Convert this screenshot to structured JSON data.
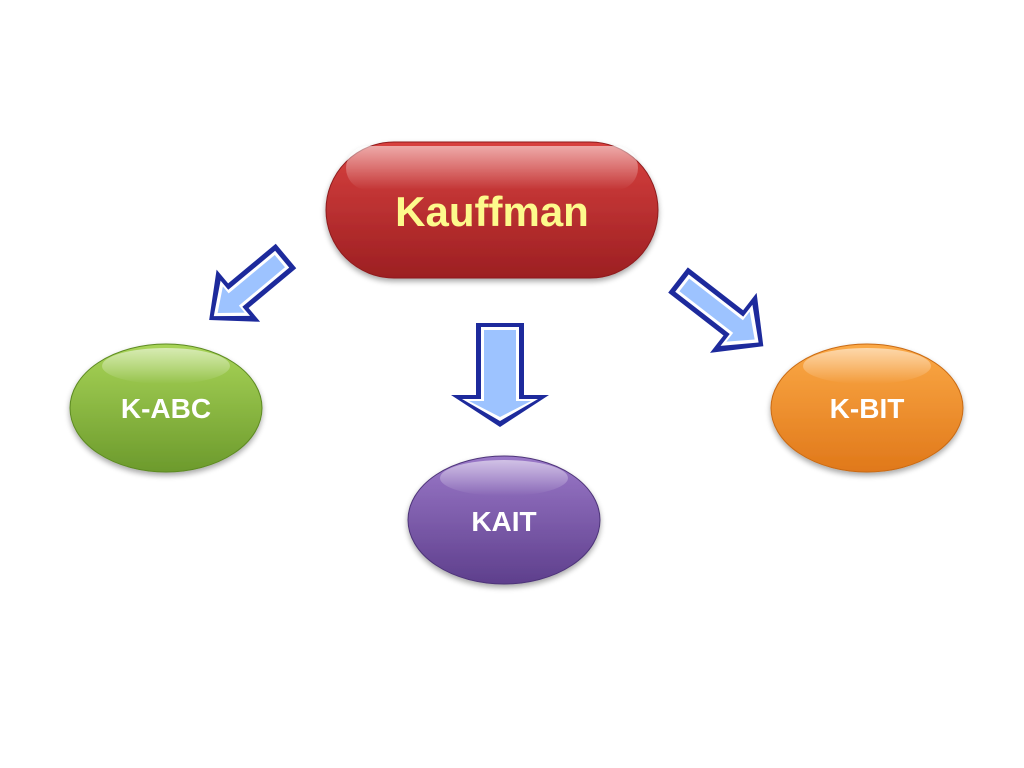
{
  "root": {
    "label": "Kauffman",
    "fill_top": "#d8413f",
    "fill_bottom": "#9c1f22",
    "text_color": "#fdfa8c"
  },
  "children": [
    {
      "id": "k-abc",
      "label": "K-ABC",
      "fill_top": "#a8d458",
      "fill_bottom": "#6c9a2c",
      "text_color": "#ffffff"
    },
    {
      "id": "kait",
      "label": "KAIT",
      "fill_top": "#9a78c8",
      "fill_bottom": "#5e3f8c",
      "text_color": "#ffffff"
    },
    {
      "id": "k-bit",
      "label": "K-BIT",
      "fill_top": "#fba946",
      "fill_bottom": "#e0781a",
      "text_color": "#ffffff"
    }
  ],
  "arrow_style": {
    "fill": "#9dc3ff",
    "stroke": "#1d2a9c"
  }
}
